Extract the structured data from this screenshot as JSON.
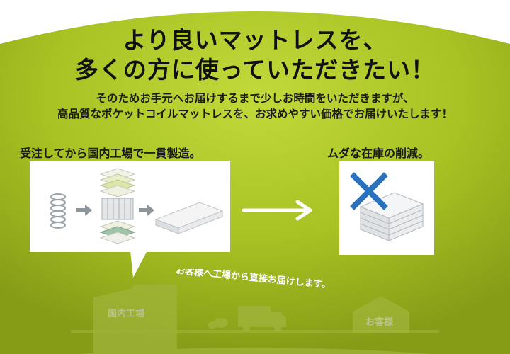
{
  "headline": {
    "line1": "より良いマットレスを、",
    "line2": "多くの方に使っていただきたい！"
  },
  "subtext": {
    "line1": "そのためお手元へお届けするまで少しお時間をいただきますが、",
    "line2": "高品質なポケットコイルマットレスを、お求めやすい価格でお届けいたします！"
  },
  "labels": {
    "left": "受注してから国内工場で一貫製造。",
    "right": "ムダな在庫の削減。"
  },
  "delivery_text": "お客様へ工場から直接お届けします。",
  "silhouette_labels": {
    "factory": "国内工場",
    "customer": "お客様"
  },
  "colors": {
    "background_top": "#b6cf2a",
    "background_bottom": "#8fa61c",
    "cross": "#2a72c0",
    "panel": "#ffffff"
  },
  "icons": {
    "spring": "coil-spring-icon",
    "layers": "mattress-layers-icon",
    "mattress": "mattress-icon",
    "stock": "stacked-mattress-icon",
    "cross": "cross-mark-icon",
    "factory": "factory-silhouette-icon",
    "truck": "delivery-truck-icon",
    "house": "house-silhouette-icon"
  }
}
